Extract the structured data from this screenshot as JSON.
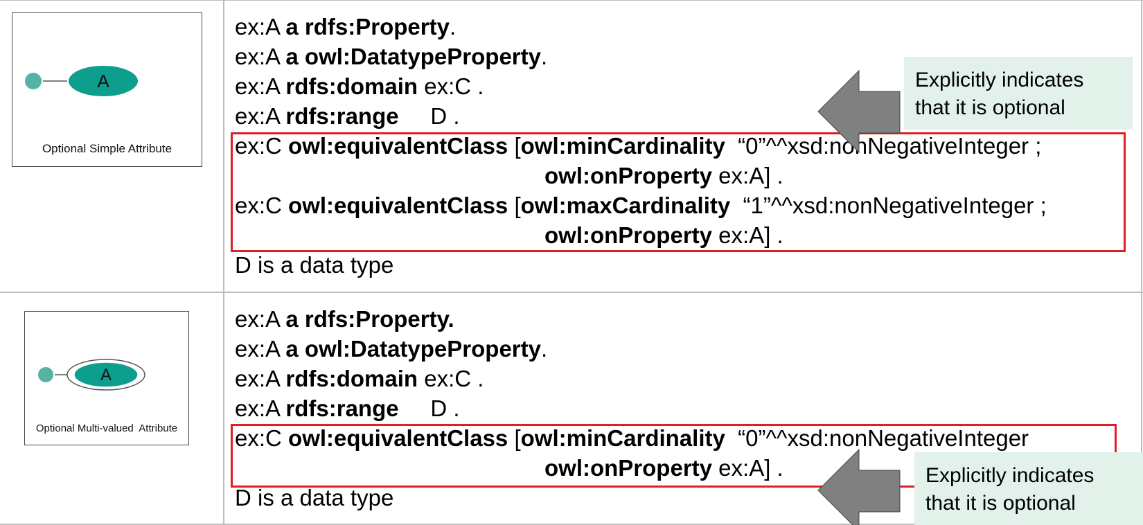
{
  "rows": [
    {
      "diagram": {
        "node_label": "A",
        "caption": "Optional Simple Attribute"
      },
      "lines": [
        {
          "subj": "ex:A ",
          "p1": "a",
          "sep1": "  ",
          "p2": "rdfs:Property",
          "tail": "."
        },
        {
          "subj": "ex:A ",
          "p1": "a",
          "sep1": "  ",
          "p2": "owl:DatatypeProperty",
          "tail": "."
        },
        {
          "subj": "ex:A ",
          "p1": "rdfs:domain",
          "sep1": " ex:C .",
          "p2": "",
          "tail": ""
        },
        {
          "subj": "ex:A ",
          "p1": "rdfs:range",
          "sep1": "     D .",
          "p2": "",
          "tail": ""
        },
        {
          "subj": "ex:C ",
          "p1": "owl:equivalentClass",
          "sep1": " [",
          "p2": "owl:minCardinality",
          "tail": "  “0”^^xsd:nonNegativeInteger ;"
        },
        {
          "subj": "",
          "p1": "owl:onProperty",
          "sep1": " ex:A] .",
          "p2": "",
          "tail": ""
        },
        {
          "subj": "ex:C ",
          "p1": "owl:equivalentClass",
          "sep1": " [",
          "p2": "owl:maxCardinality",
          "tail": "  “1”^^xsd:nonNegativeInteger ;"
        },
        {
          "subj": "",
          "p1": "owl:onProperty",
          "sep1": " ex:A] .",
          "p2": "",
          "tail": ""
        },
        {
          "subj": "D is a data type",
          "p1": "",
          "sep1": "",
          "p2": "",
          "tail": ""
        }
      ],
      "callout": "Explicitly indicates that it is optional"
    },
    {
      "diagram": {
        "node_label": "A",
        "caption": "Optional Multi-valued  Attribute"
      },
      "lines": [
        {
          "subj": "ex:A ",
          "p1": "a",
          "sep1": "  ",
          "p2": "rdfs:Property.",
          "tail": ""
        },
        {
          "subj": "ex:A ",
          "p1": "a",
          "sep1": "  ",
          "p2": "owl:DatatypeProperty",
          "tail": "."
        },
        {
          "subj": "ex:A ",
          "p1": "rdfs:domain",
          "sep1": " ex:C .",
          "p2": "",
          "tail": ""
        },
        {
          "subj": "ex:A ",
          "p1": "rdfs:range",
          "sep1": "     D .",
          "p2": "",
          "tail": ""
        },
        {
          "subj": "ex:C ",
          "p1": "owl:equivalentClass",
          "sep1": " [",
          "p2": "owl:minCardinality",
          "tail": "  “0”^^xsd:nonNegativeInteger"
        },
        {
          "subj": "",
          "p1": "owl:onProperty",
          "sep1": " ex:A] .",
          "p2": "",
          "tail": ""
        },
        {
          "subj": "D is a data type",
          "p1": "",
          "sep1": "",
          "p2": "",
          "tail": ""
        }
      ],
      "callout": "Explicitly indicates that it is optional"
    }
  ],
  "colors": {
    "node_fill": "#0e9e8e",
    "node_stroke": "#ffffff",
    "red_box": "#e01e26",
    "callout_bg": "#e2f2ea",
    "arrow": "#808080"
  }
}
